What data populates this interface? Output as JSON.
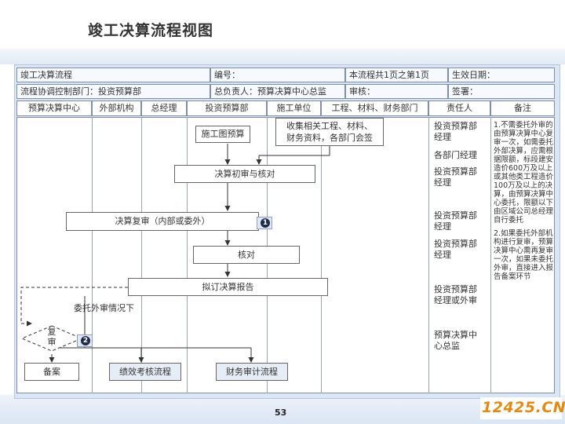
{
  "title": "竣工决算流程视图",
  "header": {
    "row1": [
      "竣工决算流程",
      "编号：",
      "本流程共1页之第1页",
      "生效日期："
    ],
    "row2": [
      "流程协调控制部门：投资预算部",
      "总负责人：预算决算中心总监",
      "审核：",
      "签署："
    ]
  },
  "columns": [
    "预算决算中心",
    "外部机构",
    "总经理",
    "投资预算部",
    "施工单位",
    "工程、材料、财务部门",
    "责任人",
    "备注"
  ],
  "boxes": {
    "b1": "施工图预算",
    "b2_line1": "收集相关工程、材料、",
    "b2_line2": "财务资料，各部门会签",
    "b3": "决算初审与核对",
    "b4": "决算复审（内部或委外）",
    "b5": "核对",
    "b6": "拟订决算报告",
    "decision_line1": "复",
    "decision_line2": "审",
    "b7": "备案",
    "b8": "绩效考核流程",
    "b9": "财务审计流程"
  },
  "entrust_label": "委托外审情况下",
  "badges": [
    "1",
    "2"
  ],
  "responsible": [
    {
      "l1": "投资预算部",
      "l2": "经理"
    },
    {
      "l1": "各部门经理",
      "l2": ""
    },
    {
      "l1": "投资预算部",
      "l2": "经理"
    },
    {
      "l1": "投资预算部",
      "l2": "经理"
    },
    {
      "l1": "投资预算部",
      "l2": "经理"
    },
    {
      "l1": "投资预算部",
      "l2": "经理或外审"
    },
    {
      "l1": "预算决算中",
      "l2": "心总监"
    }
  ],
  "notes": {
    "n1": "1.不需委托外审的由预算决算中心复审一次，如需委托外部决算，应需根据限额，标段建安造价600万及以上或其他类工程造价100万及以上的决算，由预算决算中心委托，限额以下由区域公司总经理自行委托",
    "n2": "2.如果委托外部机构进行复审，预算决算中心需再复审一次，如果未委托外审，直接进入报告备案环节"
  },
  "page_number": "53",
  "watermark": "12425.CN"
}
